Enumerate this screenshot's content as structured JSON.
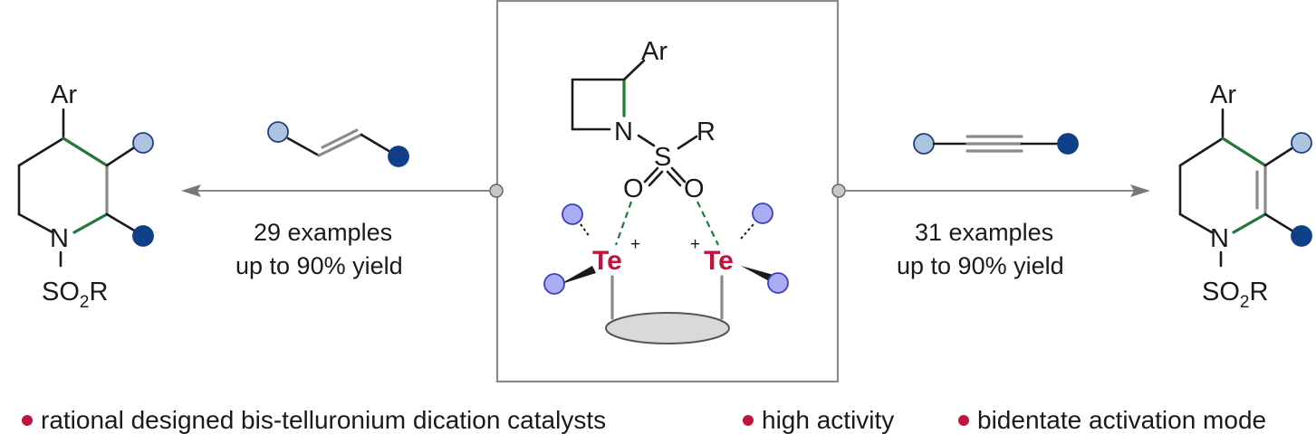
{
  "colors": {
    "accent_red": "#c0143c",
    "highlight_green": "#1f7a3a",
    "substituent_light": "#adc4e0",
    "substituent_dark": "#0f3f86",
    "catalyst_ligand": "#a9aef2",
    "frame_grey": "#8a8a8a"
  },
  "substrate": {
    "aryl": "Ar",
    "nitrogen": "N",
    "sulfur": "S",
    "oxygen_left": "O",
    "oxygen_right": "O",
    "r_group": "R"
  },
  "catalyst": {
    "left_atom": "Te",
    "right_atom": "Te",
    "charge_left": "+",
    "charge_right": "+"
  },
  "left_reaction": {
    "reagent": "alkene",
    "conditions_line1": "29 examples",
    "conditions_line2": "up to 90% yield"
  },
  "right_reaction": {
    "reagent": "alkyne",
    "conditions_line1": "31 examples",
    "conditions_line2": "up to 90% yield"
  },
  "left_product": {
    "aryl": "Ar",
    "nitrogen": "N",
    "sulfonyl_so": "SO",
    "sulfonyl_sub": "2",
    "sulfonyl_r": "R"
  },
  "right_product": {
    "aryl": "Ar",
    "nitrogen": "N",
    "sulfonyl_so": "SO",
    "sulfonyl_sub": "2",
    "sulfonyl_r": "R"
  },
  "bullets": [
    {
      "text": "rational designed bis-telluronium dication catalysts"
    },
    {
      "text": "high activity"
    },
    {
      "text": "bidentate activation mode"
    }
  ]
}
